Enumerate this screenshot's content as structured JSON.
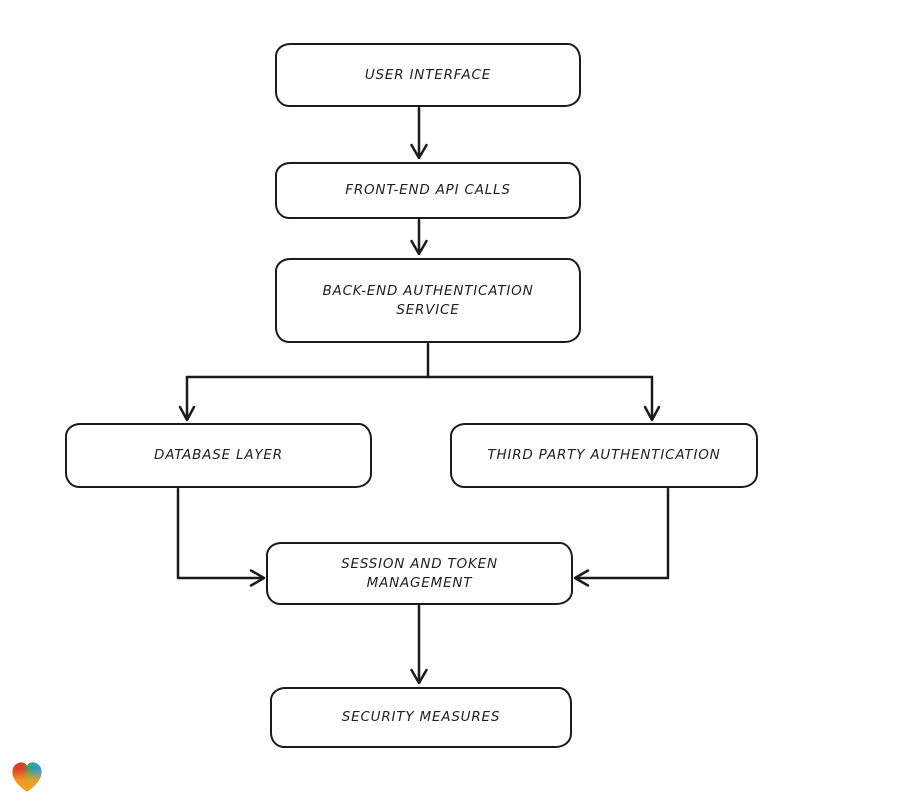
{
  "diagram": {
    "type": "flowchart",
    "nodes": [
      {
        "id": "user-interface",
        "label": "USER INTERFACE"
      },
      {
        "id": "front-end-api-calls",
        "label": "FRONT-END API CALLS"
      },
      {
        "id": "back-end-authentication-service",
        "label": "BACK-END AUTHENTICATION SERVICE"
      },
      {
        "id": "database-layer",
        "label": "DATABASE LAYER"
      },
      {
        "id": "third-party-authentication",
        "label": "THIRD PARTY AUTHENTICATION"
      },
      {
        "id": "session-and-token-management",
        "label": "SESSION AND TOKEN MANAGEMENT"
      },
      {
        "id": "security-measures",
        "label": "SECURITY MEASURES"
      }
    ],
    "edges": [
      {
        "from": "USER INTERFACE",
        "to": "FRONT-END API CALLS"
      },
      {
        "from": "FRONT-END API CALLS",
        "to": "BACK-END AUTHENTICATION SERVICE"
      },
      {
        "from": "BACK-END AUTHENTICATION SERVICE",
        "to": "DATABASE LAYER"
      },
      {
        "from": "BACK-END AUTHENTICATION SERVICE",
        "to": "THIRD PARTY AUTHENTICATION"
      },
      {
        "from": "DATABASE LAYER",
        "to": "SESSION AND TOKEN MANAGEMENT"
      },
      {
        "from": "THIRD PARTY AUTHENTICATION",
        "to": "SESSION AND TOKEN MANAGEMENT"
      },
      {
        "from": "SESSION AND TOKEN MANAGEMENT",
        "to": "SECURITY MEASURES"
      }
    ],
    "colors": {
      "background": "#ffffff",
      "stroke": "#1b1b1b",
      "box_fill": "#ffffff",
      "text": "#1f1f1f"
    },
    "logo": {
      "name": "gradient-heart-logo",
      "colors": [
        "#e8392b",
        "#3fa356",
        "#2d9bd6",
        "#f9a21b"
      ]
    }
  }
}
